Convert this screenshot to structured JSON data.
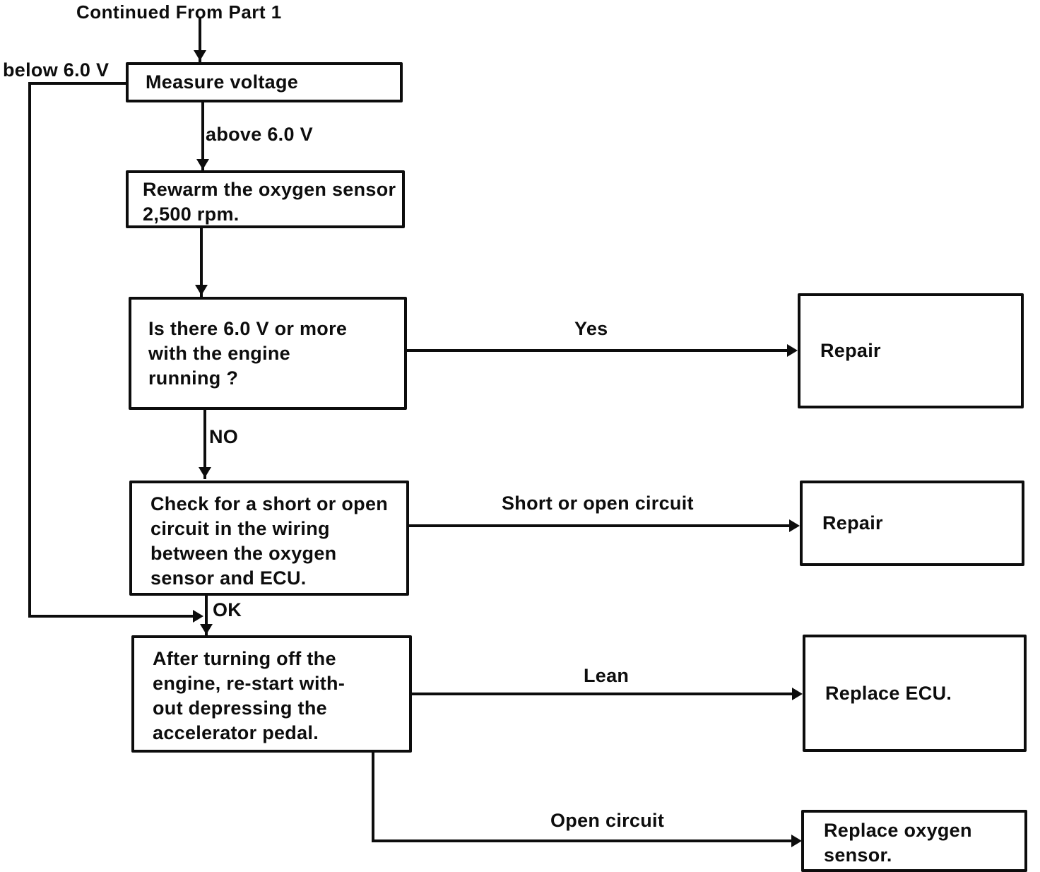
{
  "ink_color": "#0d0d0d",
  "background_color": "#ffffff",
  "flow": {
    "continued_label": "Continued From Part 1",
    "boxes": {
      "measure_voltage": "Measure voltage",
      "rewarm": "Rewarm the oxygen sensor\n2,500 rpm.",
      "engine_running_check": "Is there 6.0 V or more\nwith the engine\nrunning ?",
      "short_open_check": "Check for a short or open\ncircuit in the wiring\nbetween the oxygen\nsensor and ECU.",
      "restart_engine": "After turning off the\nengine, re-start with-\nout depressing the\naccelerator pedal.",
      "repair_1": "Repair",
      "repair_2": "Repair",
      "replace_ecu": "Replace ECU.",
      "replace_oxygen_sensor": "Replace oxygen\nsensor."
    },
    "edge_labels": {
      "below": "below 6.0 V",
      "above": "above 6.0 V",
      "yes": "Yes",
      "no": "NO",
      "short_or_open": "Short or open circuit",
      "ok": "OK",
      "lean": "Lean",
      "open_circuit": "Open circuit"
    }
  }
}
